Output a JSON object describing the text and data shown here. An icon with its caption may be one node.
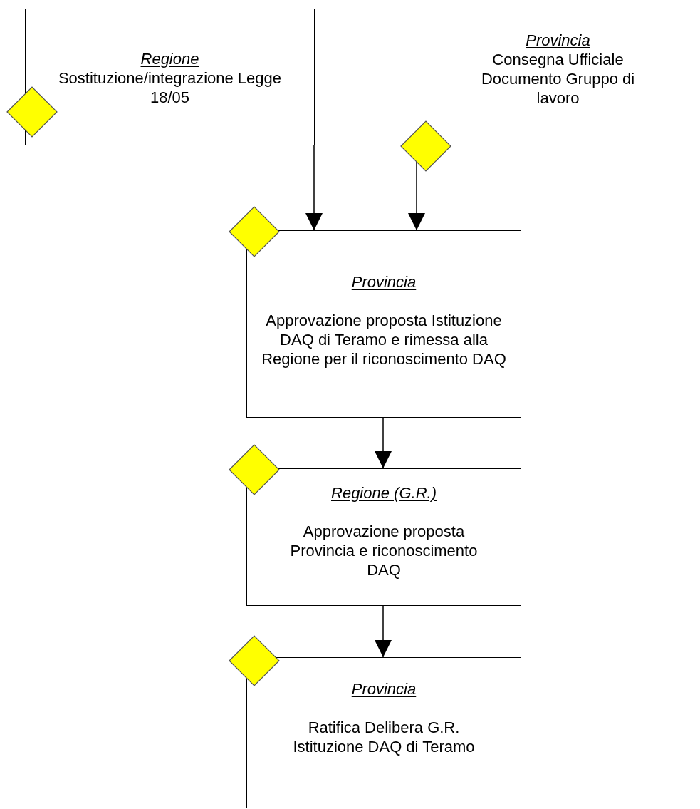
{
  "diagram": {
    "nodes": [
      {
        "text": [
          "Regione",
          "Sostituzione/integrazione Legge 18/05"
        ]
      },
      {
        "text": [
          "Provincia",
          "Consegna Ufficiale Documento Gruppo di lavoro"
        ]
      },
      {
        "text": [
          "Provincia",
          "Approvazione proposta Istituzione DAQ di Teramo e rimessa alla Regione per il riconoscimento DAQ"
        ]
      },
      {
        "text": [
          "Regione (G.R.)",
          "Approvazione proposta Provincia e riconoscimento DAQ"
        ]
      },
      {
        "text": [
          "Provincia",
          "Ratifica Delibera G.R. Istituzione DAQ di Teramo"
        ]
      }
    ],
    "edges": [
      {
        "from": 0,
        "to": 2,
        "arrow": "to"
      },
      {
        "from": 1,
        "to": 2,
        "arrow": "to"
      },
      {
        "from": 2,
        "to": 3,
        "arrow": "to"
      },
      {
        "from": 3,
        "to": 4,
        "arrow": "to"
      }
    ]
  }
}
